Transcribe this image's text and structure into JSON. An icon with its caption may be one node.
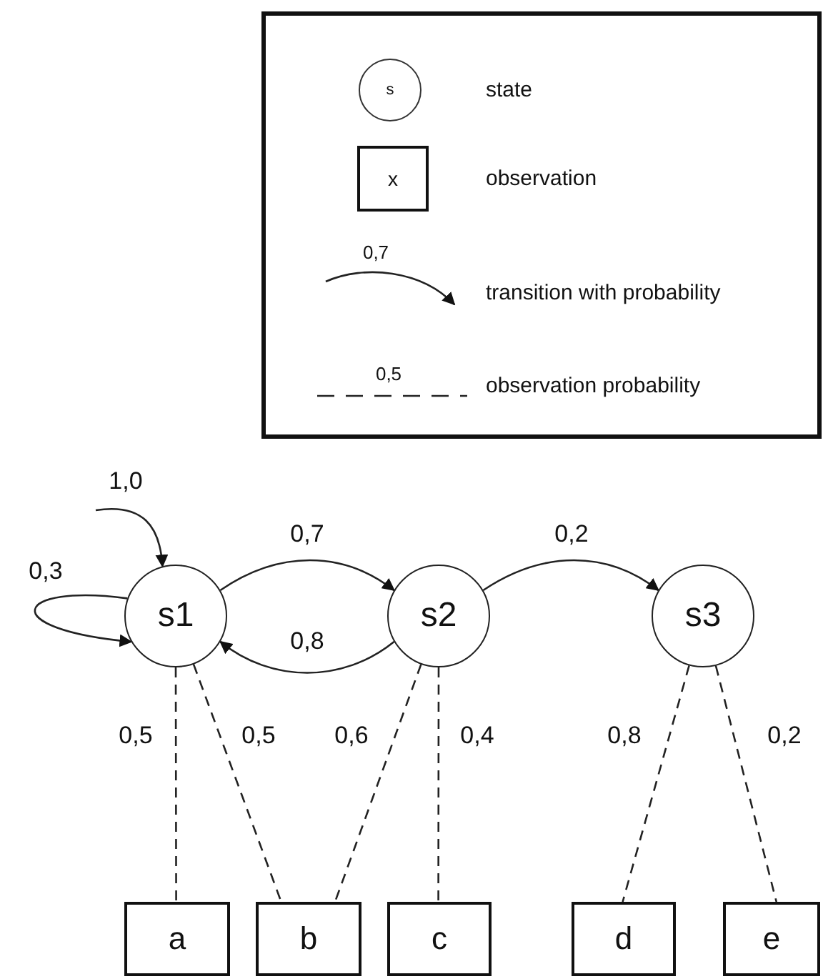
{
  "diagram": {
    "nodes": [
      {
        "text": [
          "s1"
        ]
      },
      {
        "text": [
          "s2"
        ]
      },
      {
        "text": [
          "s3"
        ]
      },
      {
        "text": [
          "a"
        ]
      },
      {
        "text": [
          "b"
        ]
      },
      {
        "text": [
          "c"
        ]
      },
      {
        "text": [
          "d"
        ]
      },
      {
        "text": [
          "e"
        ]
      }
    ],
    "edges": [
      {
        "from": null,
        "to": 0,
        "arrow": "to",
        "label": "1,0"
      },
      {
        "from": 0,
        "to": 0,
        "arrow": "to",
        "label": "0,3"
      },
      {
        "from": 0,
        "to": 1,
        "arrow": "to",
        "label": "0,7"
      },
      {
        "from": 1,
        "to": 0,
        "arrow": "to",
        "label": "0,8"
      },
      {
        "from": 1,
        "to": 2,
        "arrow": "to",
        "label": "0,2"
      },
      {
        "from": 0,
        "to": 3,
        "arrow": "none",
        "style": "dashed",
        "label": "0,5"
      },
      {
        "from": 0,
        "to": 4,
        "arrow": "none",
        "style": "dashed",
        "label": "0,5"
      },
      {
        "from": 1,
        "to": 4,
        "arrow": "none",
        "style": "dashed",
        "label": "0,6"
      },
      {
        "from": 1,
        "to": 5,
        "arrow": "none",
        "style": "dashed",
        "label": "0,4"
      },
      {
        "from": 2,
        "to": 6,
        "arrow": "none",
        "style": "dashed",
        "label": "0,8"
      },
      {
        "from": 2,
        "to": 7,
        "arrow": "none",
        "style": "dashed",
        "label": "0,2"
      }
    ],
    "labels": [
      "s",
      "x",
      "0,7",
      "0,5"
    ],
    "legend": [
      {
        "text": "state"
      },
      {
        "text": "observation"
      },
      {
        "text": "transition with probability"
      },
      {
        "text": "observation probability"
      }
    ]
  }
}
